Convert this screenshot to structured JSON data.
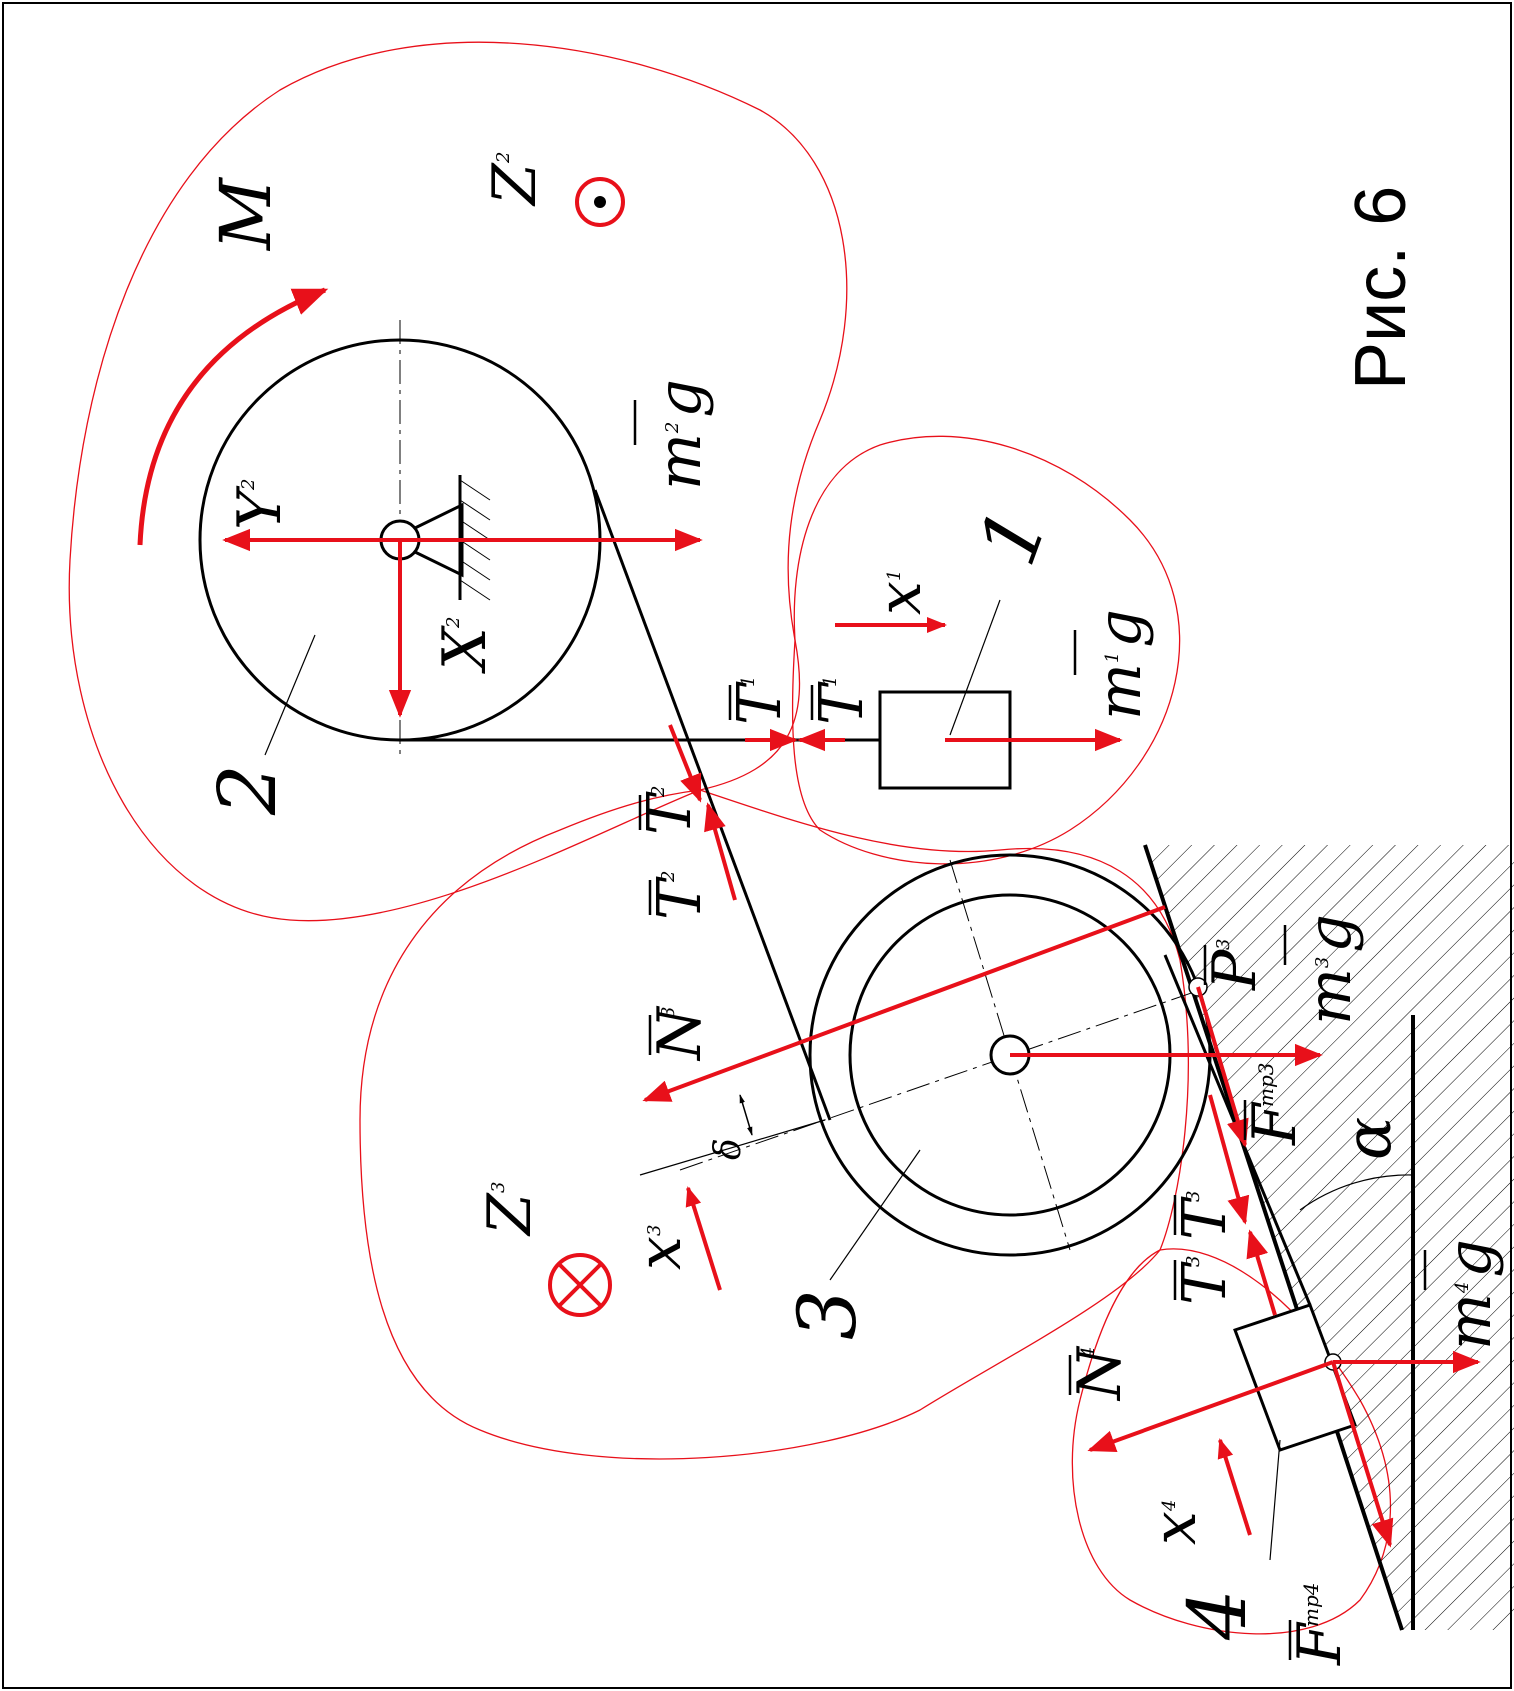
{
  "figure": {
    "caption": "Рис. 6",
    "colors": {
      "ink": "#000000",
      "force": "#e8101a"
    }
  },
  "bodies": {
    "body1": "1",
    "body2": "2",
    "body3": "3",
    "body4": "4"
  },
  "labels": {
    "moment": {
      "main": "M"
    },
    "Z2": {
      "main": "Z",
      "sub": "2"
    },
    "Z3": {
      "main": "Z",
      "sub": "3"
    },
    "Y2": {
      "main": "Y",
      "sub": "2"
    },
    "X2": {
      "main": "X",
      "sub": "2"
    },
    "m2g": {
      "main": "m",
      "sub": "2",
      "tail": "g"
    },
    "m1g": {
      "main": "m",
      "sub": "1",
      "tail": "g"
    },
    "m3g": {
      "main": "m",
      "sub": "3",
      "tail": "g"
    },
    "m4g": {
      "main": "m",
      "sub": "4",
      "tail": "g"
    },
    "x1": {
      "main": "x",
      "sub": "1"
    },
    "x3": {
      "main": "x",
      "sub": "3"
    },
    "x4": {
      "main": "x",
      "sub": "4"
    },
    "T1a": {
      "main": "T",
      "sub": "1"
    },
    "T1b": {
      "main": "T",
      "sub": "1"
    },
    "T2a": {
      "main": "T",
      "sub": "2"
    },
    "T2b": {
      "main": "T",
      "sub": "2"
    },
    "T3a": {
      "main": "T",
      "sub": "3"
    },
    "T3b": {
      "main": "T",
      "sub": "3"
    },
    "N3": {
      "main": "N",
      "sub": "3"
    },
    "N4": {
      "main": "N",
      "sub": "4"
    },
    "P3": {
      "main": "P",
      "sub": "3"
    },
    "Ftr3": {
      "main": "F",
      "sub": "тр3"
    },
    "Ftr4": {
      "main": "F",
      "sub": "тр4"
    },
    "delta": {
      "main": "δ"
    },
    "alpha": {
      "main": "α"
    }
  }
}
